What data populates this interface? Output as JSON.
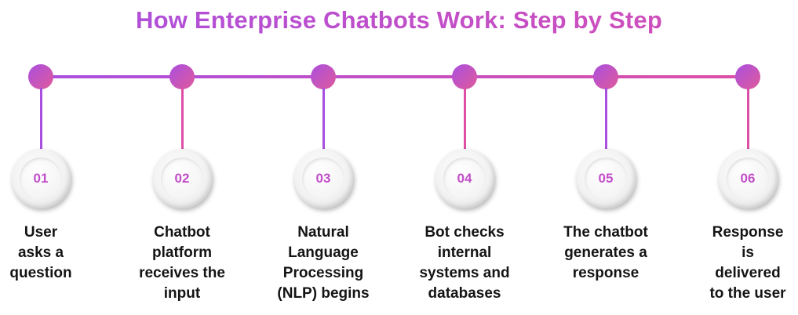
{
  "title": "How Enterprise Chatbots Work: Step by Step",
  "colors": {
    "accent_purple": "#a94fe0",
    "accent_pink": "#dd4fa6",
    "text": "#141414"
  },
  "steps": [
    {
      "number": "01",
      "label": "User\nasks a\nquestion"
    },
    {
      "number": "02",
      "label": "Chatbot\nplatform\nreceives the\ninput"
    },
    {
      "number": "03",
      "label": "Natural\nLanguage\nProcessing\n(NLP) begins"
    },
    {
      "number": "04",
      "label": "Bot checks\ninternal\nsystems and\ndatabases"
    },
    {
      "number": "05",
      "label": "The chatbot\ngenerates a\nresponse"
    },
    {
      "number": "06",
      "label": "Response\nis\ndelivered\nto the user"
    }
  ]
}
